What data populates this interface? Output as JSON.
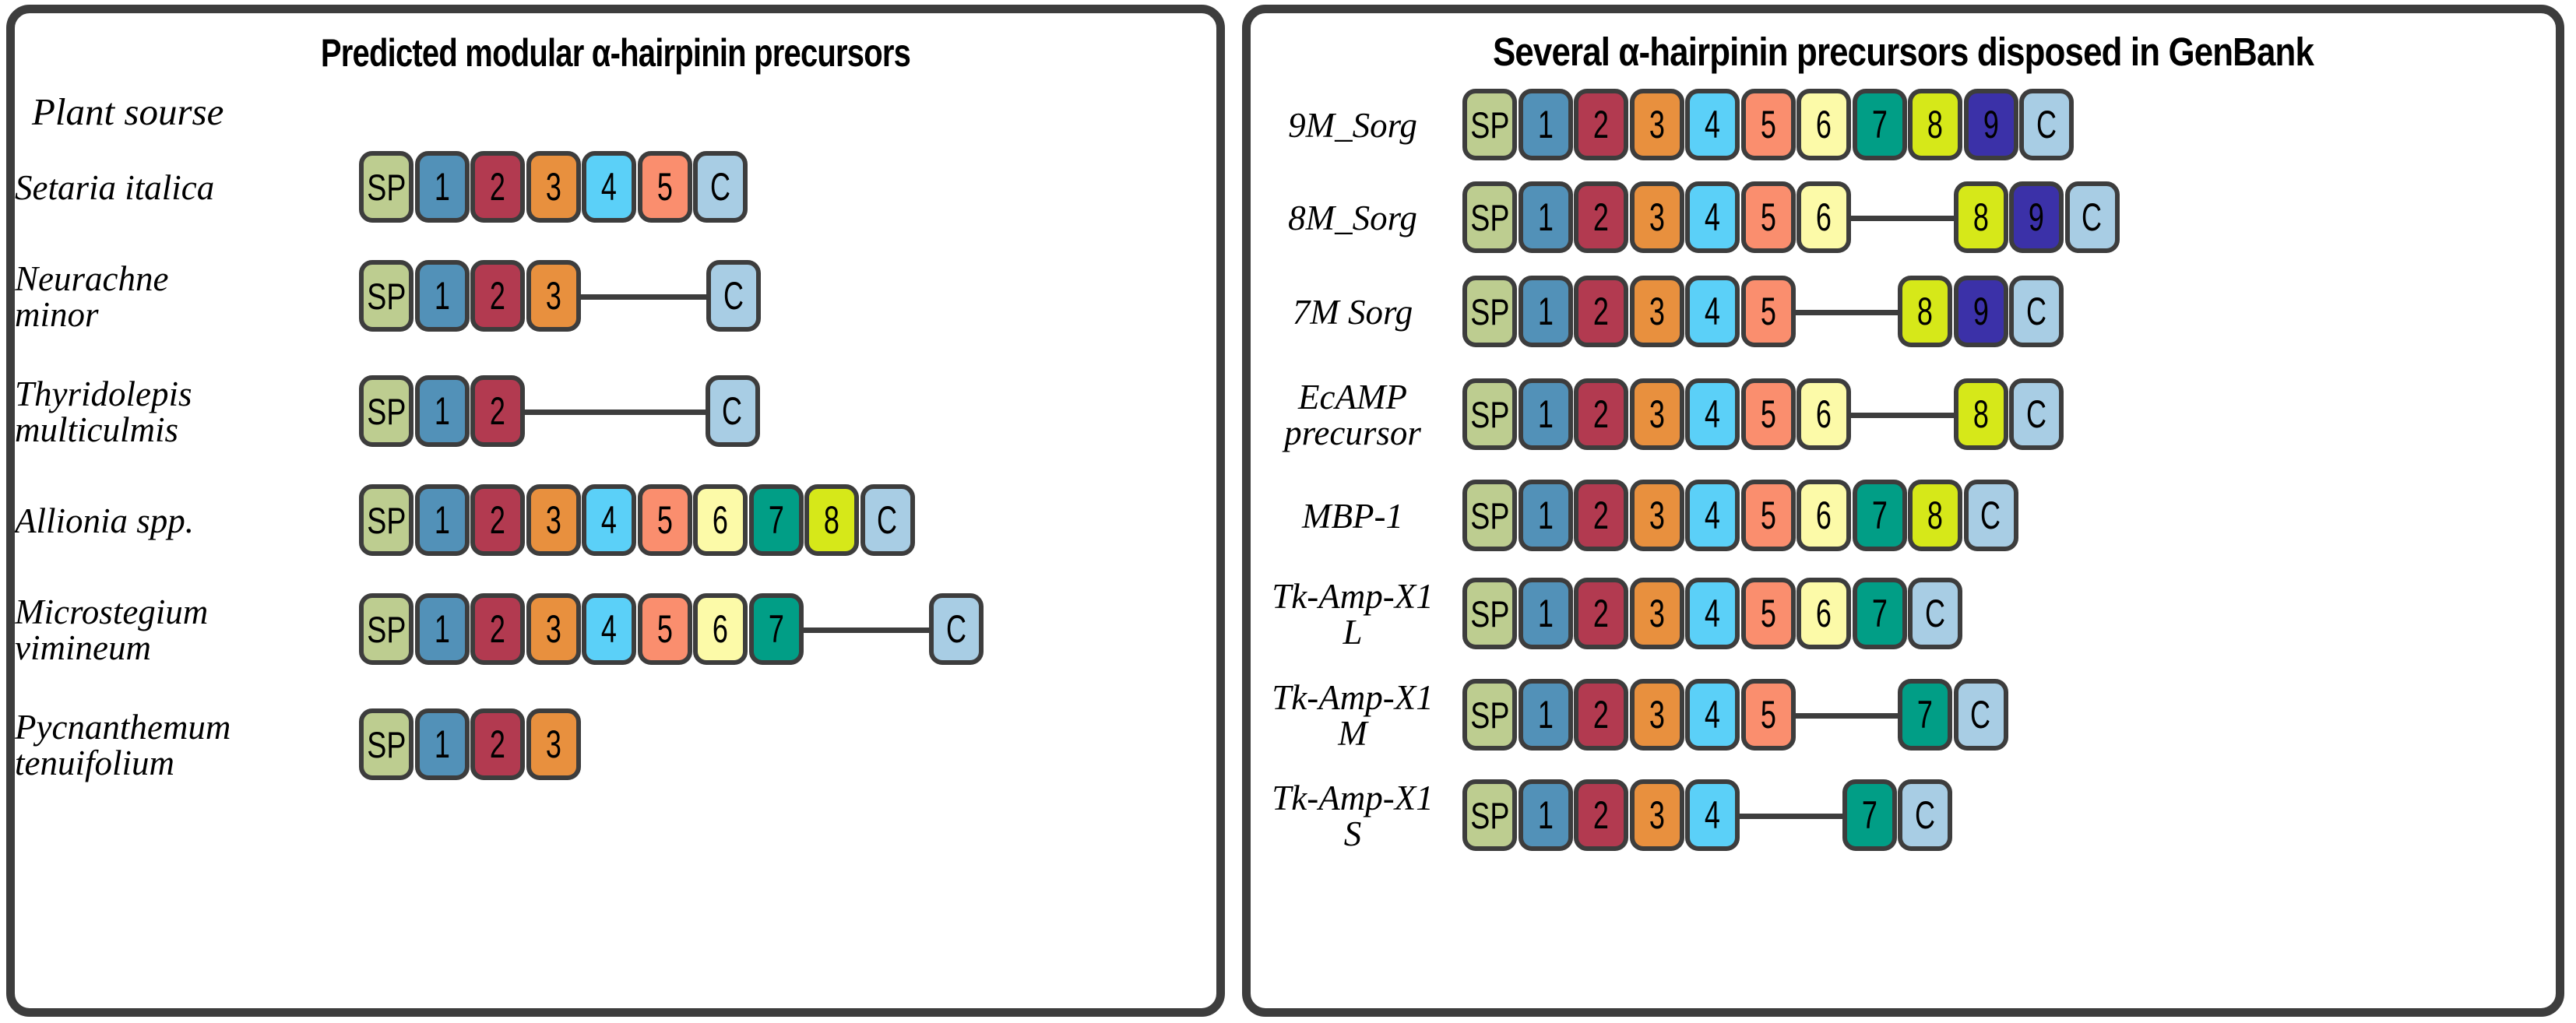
{
  "colors": {
    "panel_border": "#3d3d3d",
    "background": "#ffffff",
    "module_sp": "#bdcd90",
    "module_1": "#5291b8",
    "module_2": "#b23a50",
    "module_3": "#e8903e",
    "module_4": "#5bd0f8",
    "module_5": "#fa8e6e",
    "module_6": "#fcfaa8",
    "module_7": "#019e86",
    "module_8": "#d6e819",
    "module_9": "#3b31a8",
    "module_c": "#a8cde4"
  },
  "left_panel": {
    "title": "Predicted modular α-hairpinin precursors",
    "section_label": "Plant sourse",
    "rows": [
      {
        "label": "Setaria italica",
        "modules": [
          "SP",
          "1",
          "2",
          "3",
          "4",
          "5"
        ],
        "terminal": "C",
        "has_linker": false
      },
      {
        "label": "Neurachne\nminor",
        "modules": [
          "SP",
          "1",
          "2",
          "3"
        ],
        "terminal": "C",
        "has_linker": true
      },
      {
        "label": "Thyridolepis\nmulticulmis",
        "modules": [
          "SP",
          "1",
          "2"
        ],
        "terminal": "C",
        "has_linker": true
      },
      {
        "label": "Allionia spp.",
        "modules": [
          "SP",
          "1",
          "2",
          "3",
          "4",
          "5",
          "6",
          "7",
          "8"
        ],
        "terminal": "C",
        "has_linker": false
      },
      {
        "label": "Microstegium\nvimineum",
        "modules": [
          "SP",
          "1",
          "2",
          "3",
          "4",
          "5",
          "6",
          "7"
        ],
        "terminal": "C",
        "has_linker": true
      },
      {
        "label": "Pycnanthemum\ntenuifolium",
        "modules": [
          "SP",
          "1",
          "2",
          "3"
        ],
        "terminal": null,
        "has_linker": false
      }
    ]
  },
  "right_panel": {
    "title": "Several α-hairpinin precursors disposed in GenBank",
    "rows": [
      {
        "label": "9M_Sorg",
        "modules": [
          "SP",
          "1",
          "2",
          "3",
          "4",
          "5",
          "6",
          "7",
          "8",
          "9"
        ],
        "terminal": "C",
        "has_linker": false
      },
      {
        "label": "8M_Sorg",
        "modules": [
          "SP",
          "1",
          "2",
          "3",
          "4",
          "5",
          "6"
        ],
        "tail_modules": [
          "8",
          "9"
        ],
        "terminal": "C",
        "has_linker": true
      },
      {
        "label": "7M Sorg",
        "modules": [
          "SP",
          "1",
          "2",
          "3",
          "4",
          "5"
        ],
        "tail_modules": [
          "8",
          "9"
        ],
        "terminal": "C",
        "has_linker": true
      },
      {
        "label": "EcAMP\nprecursor",
        "modules": [
          "SP",
          "1",
          "2",
          "3",
          "4",
          "5",
          "6"
        ],
        "tail_modules": [
          "8"
        ],
        "terminal": "C",
        "has_linker": true
      },
      {
        "label": "MBP-1",
        "modules": [
          "SP",
          "1",
          "2",
          "3",
          "4",
          "5",
          "6",
          "7",
          "8"
        ],
        "terminal": "C",
        "has_linker": false
      },
      {
        "label": "Tk-Amp-X1\nL",
        "modules": [
          "SP",
          "1",
          "2",
          "3",
          "4",
          "5",
          "6",
          "7"
        ],
        "terminal": "C",
        "has_linker": false
      },
      {
        "label": "Tk-Amp-X1\nM",
        "modules": [
          "SP",
          "1",
          "2",
          "3",
          "4",
          "5"
        ],
        "tail_modules": [
          "7"
        ],
        "terminal": "C",
        "has_linker": true
      },
      {
        "label": "Tk-Amp-X1\nS",
        "modules": [
          "SP",
          "1",
          "2",
          "3",
          "4"
        ],
        "tail_modules": [
          "7"
        ],
        "terminal": "C",
        "has_linker": true
      }
    ]
  }
}
